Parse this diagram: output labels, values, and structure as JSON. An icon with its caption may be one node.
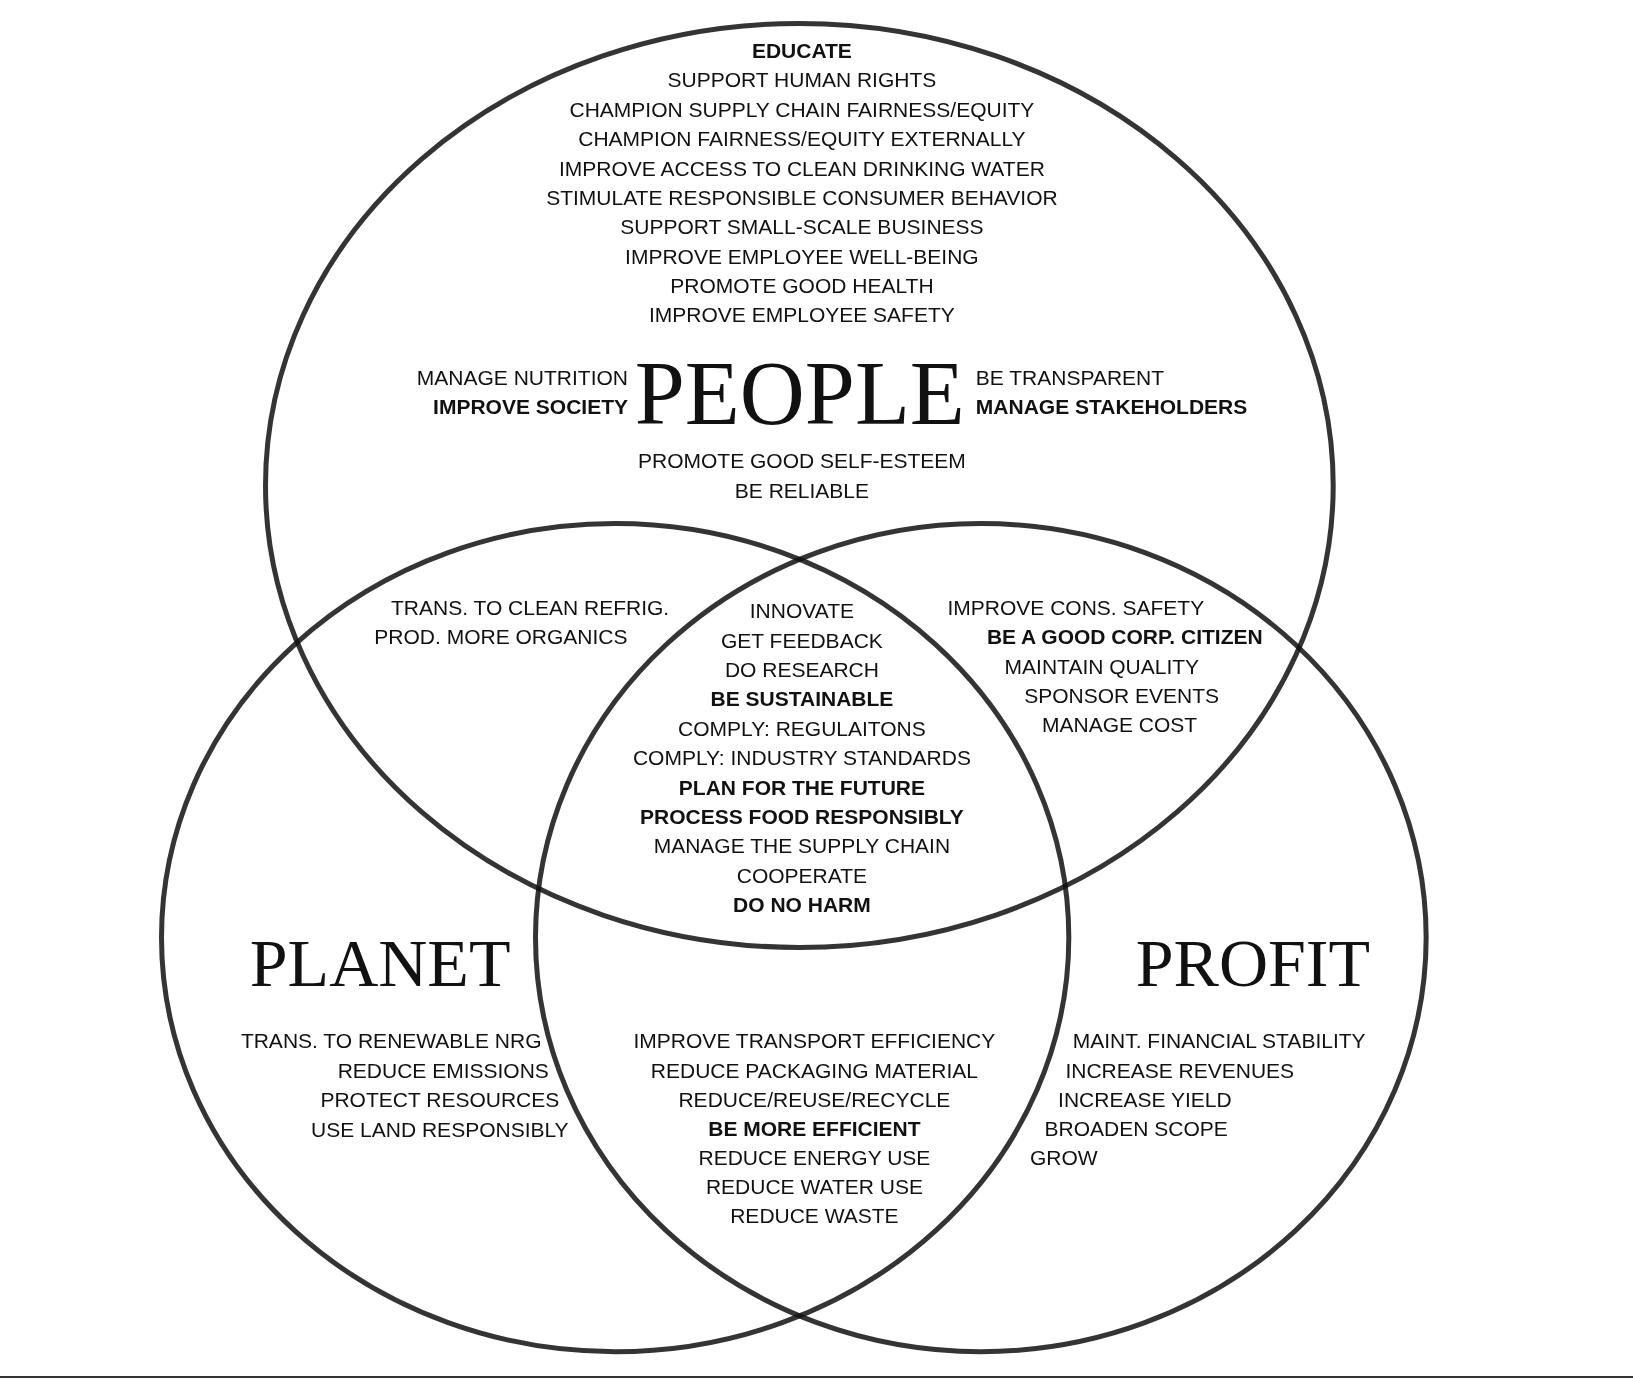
{
  "diagram": {
    "nodes": [
      {
        "text": [
          "PEOPLE"
        ]
      },
      {
        "text": [
          "PLANET"
        ]
      },
      {
        "text": [
          "PROFIT"
        ]
      }
    ],
    "labels": [
      "EDUCATE",
      "SUPPORT HUMAN RIGHTS",
      "CHAMPION SUPPLY CHAIN FAIRNESS/EQUITY",
      "CHAMPION FAIRNESS/EQUITY EXTERNALLY",
      "IMPROVE ACCESS TO CLEAN DRINKING WATER",
      "STIMULATE RESPONSIBLE CONSUMER BEHAVIOR",
      "SUPPORT SMALL-SCALE BUSINESS",
      "IMPROVE EMPLOYEE WELL-BEING",
      "PROMOTE GOOD HEALTH",
      "IMPROVE EMPLOYEE SAFETY",
      "MANAGE NUTRITION",
      "IMPROVE SOCIETY",
      "BE TRANSPARENT",
      "MANAGE STAKEHOLDERS",
      "PROMOTE GOOD SELF-ESTEEM",
      "BE RELIABLE",
      "TRANS. TO CLEAN REFRIG.",
      "PROD. MORE ORGANICS",
      "INNOVATE",
      "GET FEEDBACK",
      "DO RESEARCH",
      "BE SUSTAINABLE",
      "COMPLY: REGULAITONS",
      "COMPLY: INDUSTRY STANDARDS",
      "PLAN FOR THE FUTURE",
      "PROCESS FOOD RESPONSIBLY",
      "MANAGE THE SUPPLY CHAIN",
      "COOPERATE",
      "DO NO HARM",
      "IMPROVE CONS. SAFETY",
      "BE A GOOD CORP. CITIZEN",
      "MAINTAIN QUALITY",
      "SPONSOR EVENTS",
      "MANAGE COST",
      "TRANS. TO RENEWABLE NRG",
      "REDUCE EMISSIONS",
      "PROTECT RESOURCES",
      "USE LAND RESPONSIBLY",
      "IMPROVE TRANSPORT EFFICIENCY",
      "REDUCE PACKAGING MATERIAL",
      "REDUCE/REUSE/RECYCLE",
      "BE MORE EFFICIENT",
      "REDUCE ENERGY USE",
      "REDUCE WATER USE",
      "REDUCE WASTE",
      "MAINT. FINANCIAL STABILITY",
      "INCREASE REVENUES",
      "INCREASE YIELD",
      "BROADEN SCOPE",
      "GROW"
    ]
  }
}
